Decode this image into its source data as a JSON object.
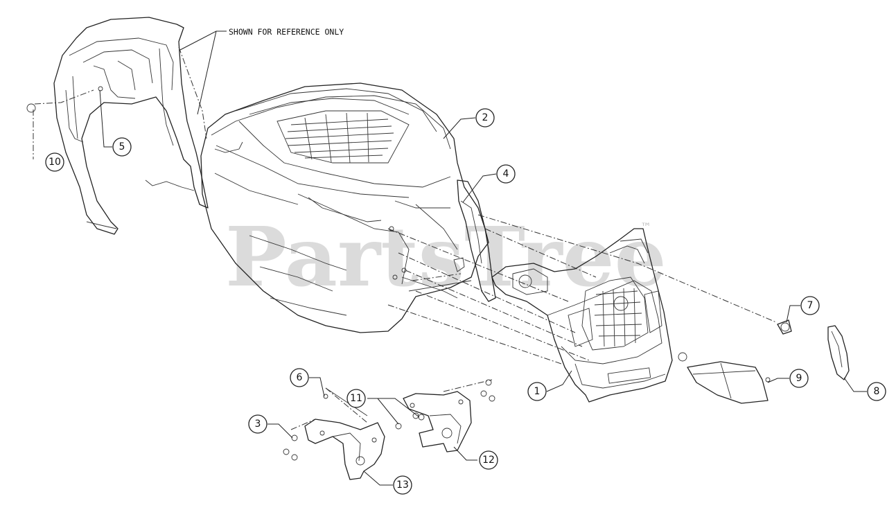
{
  "diagram": {
    "note": "SHOWN FOR REFERENCE ONLY",
    "watermark": "PartsTree",
    "trademark": "™",
    "callouts": [
      "1",
      "2",
      "3",
      "4",
      "5",
      "6",
      "7",
      "8",
      "9",
      "10",
      "11",
      "12",
      "13"
    ]
  }
}
